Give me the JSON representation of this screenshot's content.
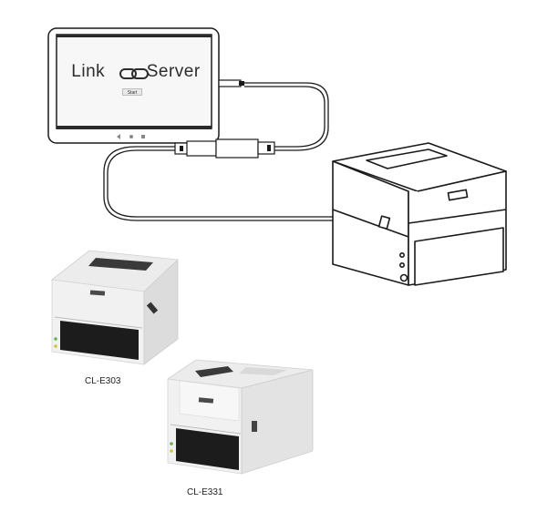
{
  "app": {
    "name_left": "Link",
    "name_right": "Server",
    "start_button_label": "Start",
    "link_icon": "link-chain-icon"
  },
  "captions": {
    "printer_1": "CL-E303",
    "printer_2": "CL-E331"
  },
  "colors": {
    "line_art": "#1a1a1a",
    "printer_body": "#f2f2f2",
    "printer_dark": "#1c1c1c",
    "screen": "#f7f7f7",
    "tablet_bezel": "#1f1f1f"
  }
}
